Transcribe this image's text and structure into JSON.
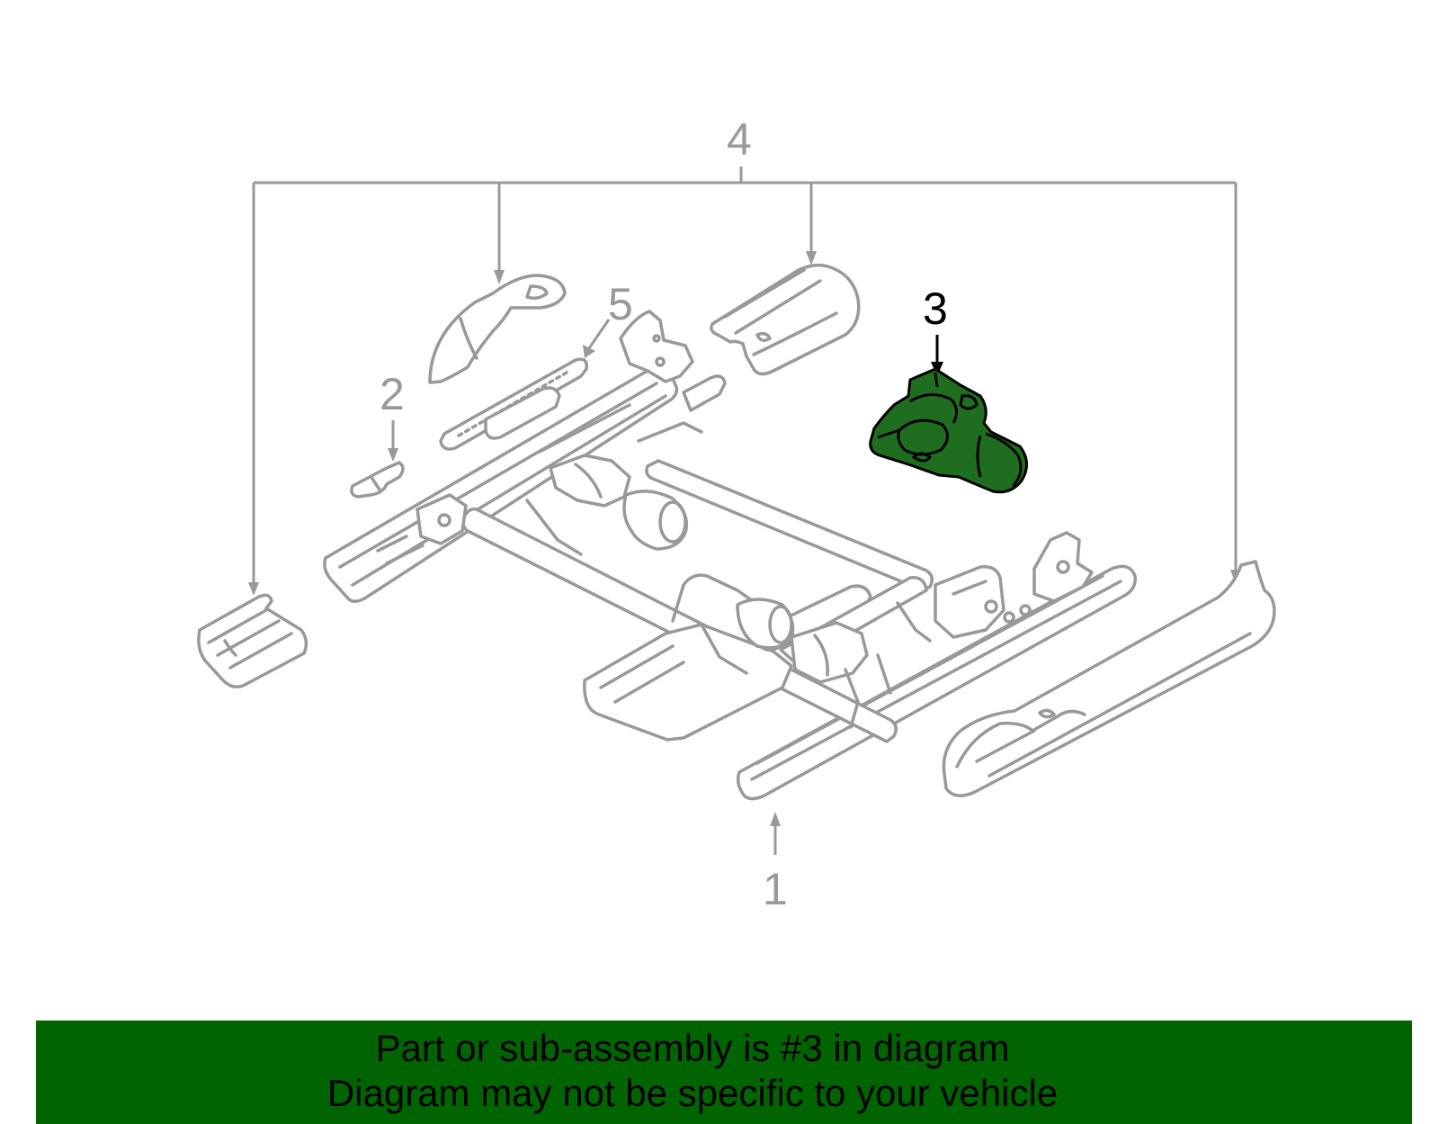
{
  "callouts": {
    "c1": "1",
    "c2": "2",
    "c3": "3",
    "c4": "4",
    "c5": "5"
  },
  "highlight_part": "3",
  "colors": {
    "highlight_fill": "#1f6e1f",
    "line": "#999999",
    "banner": "#006400",
    "highlight_label": "#000000"
  },
  "banner": {
    "line1": "Part or sub-assembly is #3 in diagram",
    "line2": "Diagram may not be specific to your vehicle"
  }
}
